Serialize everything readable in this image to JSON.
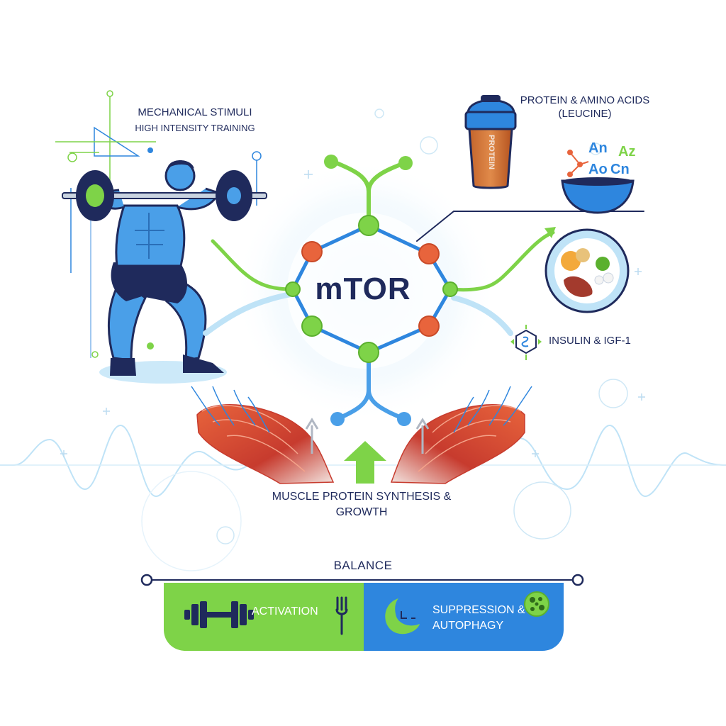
{
  "center": {
    "label": "mTOR"
  },
  "mechanical": {
    "title": "MECHANICAL STIMULI",
    "subtitle": "HIGH INTENSITY TRAINING"
  },
  "protein": {
    "label": "PROTEIN & AMINO ACIDS (LEUCINE)",
    "shaker_text": "PROTEIN",
    "amino_codes": [
      "An",
      "Az",
      "Ao",
      "Cn"
    ]
  },
  "insulin": {
    "label": "INSULIN & IGF-1"
  },
  "synthesis": {
    "label": "MUSCLE PROTEIN SYNTHESIS & GROWTH"
  },
  "balance": {
    "title": "BALANCE",
    "activation_label": "ACTIVATION",
    "suppression_label": "SUPPRESSION & AUTOPHAGY"
  },
  "colors": {
    "green": "#7ed348",
    "blue": "#2e86de",
    "navy": "#1f2a5c",
    "orange": "#e8643c",
    "light_blue": "#bfe3f7"
  },
  "icons": [
    "barbell-icon",
    "fork-icon",
    "moon-icon",
    "autophagy-cell-icon",
    "insulin-hexagon-icon"
  ]
}
